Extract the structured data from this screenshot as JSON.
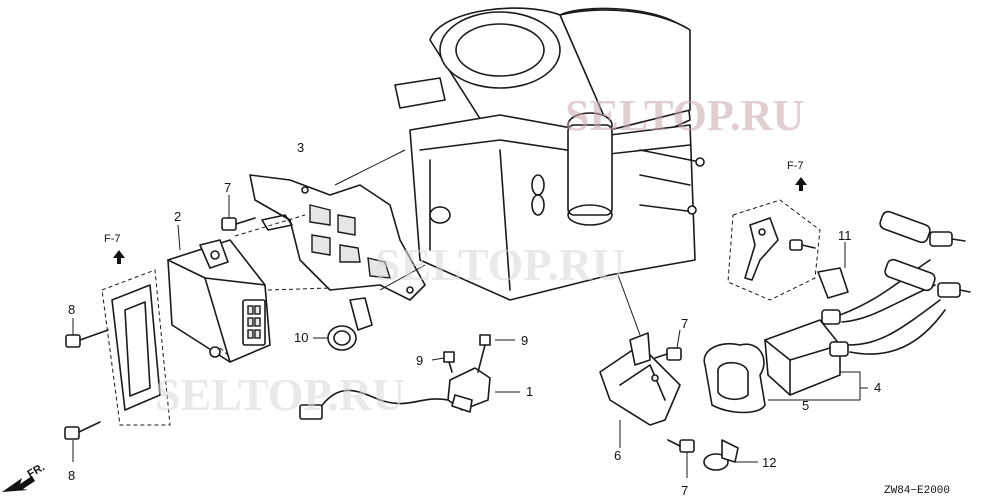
{
  "diagram": {
    "callouts": [
      "1",
      "2",
      "3",
      "4",
      "5",
      "6",
      "7",
      "7",
      "7",
      "8",
      "8",
      "9",
      "9",
      "10",
      "11",
      "12"
    ],
    "direction_label": "FR.",
    "section_refs": [
      "F-7",
      "F-7"
    ],
    "diagram_code": "ZW84−E2000",
    "watermark": "SELTOP.RU"
  }
}
